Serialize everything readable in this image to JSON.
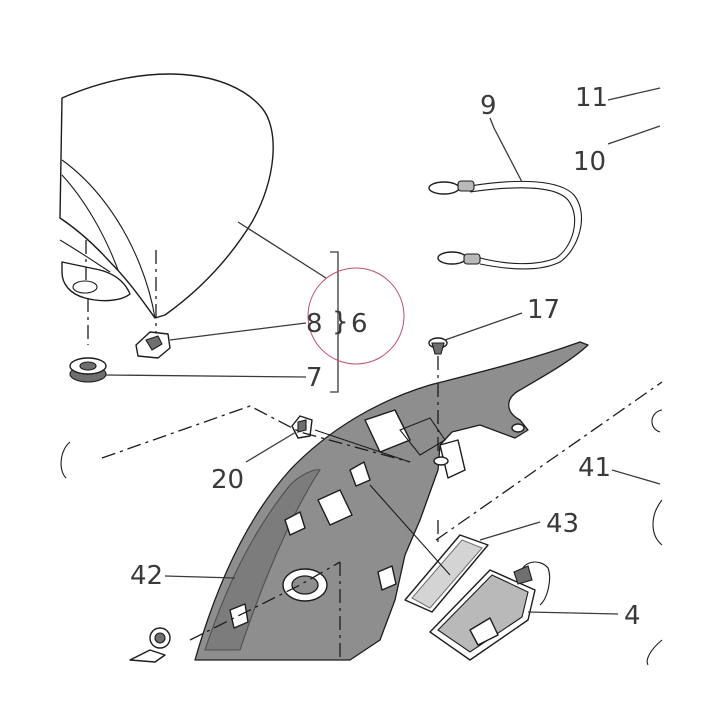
{
  "callouts": {
    "c4": "4",
    "c6": "6",
    "c7": "7",
    "c8": "8",
    "c9": "9",
    "c10": "10",
    "c11": "11",
    "c17": "17",
    "c20": "20",
    "c41": "41",
    "c42": "42",
    "c43": "43"
  },
  "colors": {
    "line": "#1c1c1c",
    "label": "#3a3a3a",
    "cover_fill": "#8e8e8e",
    "highlight_circle": "#c0506a"
  }
}
